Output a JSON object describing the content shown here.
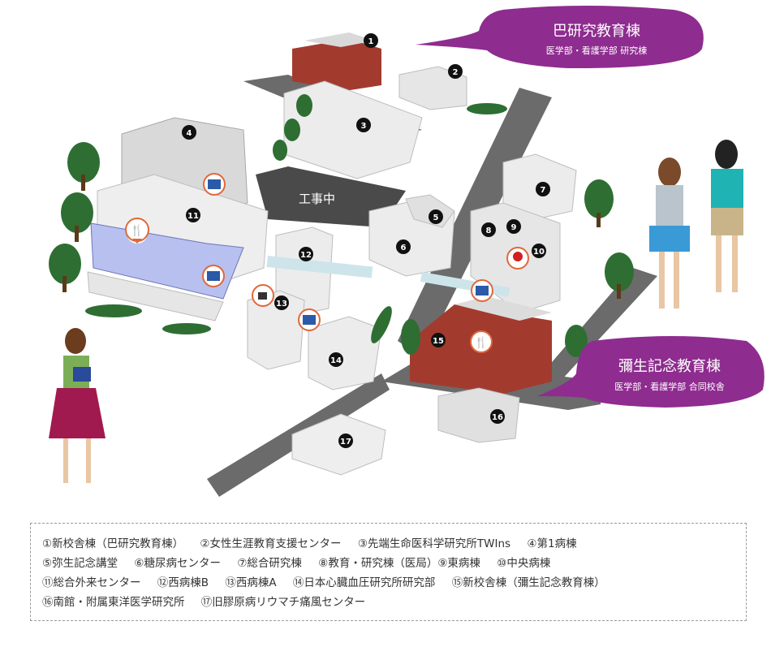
{
  "callouts": {
    "tomoe": {
      "title": "巴研究教育棟",
      "subtitle": "医学部・看護学部 研究棟",
      "color": "#8e2c8f"
    },
    "yayoi": {
      "title": "彌生記念教育棟",
      "subtitle": "医学部・看護学部 合同校舎",
      "color": "#8e2c8f"
    }
  },
  "construction_label": "工事中",
  "building_numbers": [
    "1",
    "2",
    "3",
    "4",
    "5",
    "6",
    "7",
    "8",
    "9",
    "10",
    "11",
    "12",
    "13",
    "14",
    "15",
    "16",
    "17"
  ],
  "poi_icons": [
    "restaurant-icon",
    "cafe-icon",
    "atm-icon",
    "mufg-atm-icon"
  ],
  "legend": {
    "rows": [
      [
        "①新校舎棟（巴研究教育棟）",
        "②女性生涯教育支援センター",
        "③先端生命医科学研究所TWIns",
        "④第1病棟"
      ],
      [
        "⑤弥生記念講堂",
        "⑥糖尿病センター",
        "⑦総合研究棟",
        "⑧教育・研究棟（医局）⑨東病棟",
        "⑩中央病棟"
      ],
      [
        "⑪総合外来センター",
        "⑫西病棟B",
        "⑬西病棟A",
        "⑭日本心臓血圧研究所研究部",
        "⑮新校舎棟（彌生記念教育棟）"
      ],
      [
        "⑯南館・附属東洋医学研究所",
        "⑰旧膠原病リウマチ痛風センター"
      ]
    ]
  },
  "colors": {
    "road": "#6b6b6b",
    "building": "#e6e6e6",
    "brick": "#a23b2e",
    "tree": "#2e6e33",
    "pin": "#e0683a"
  }
}
